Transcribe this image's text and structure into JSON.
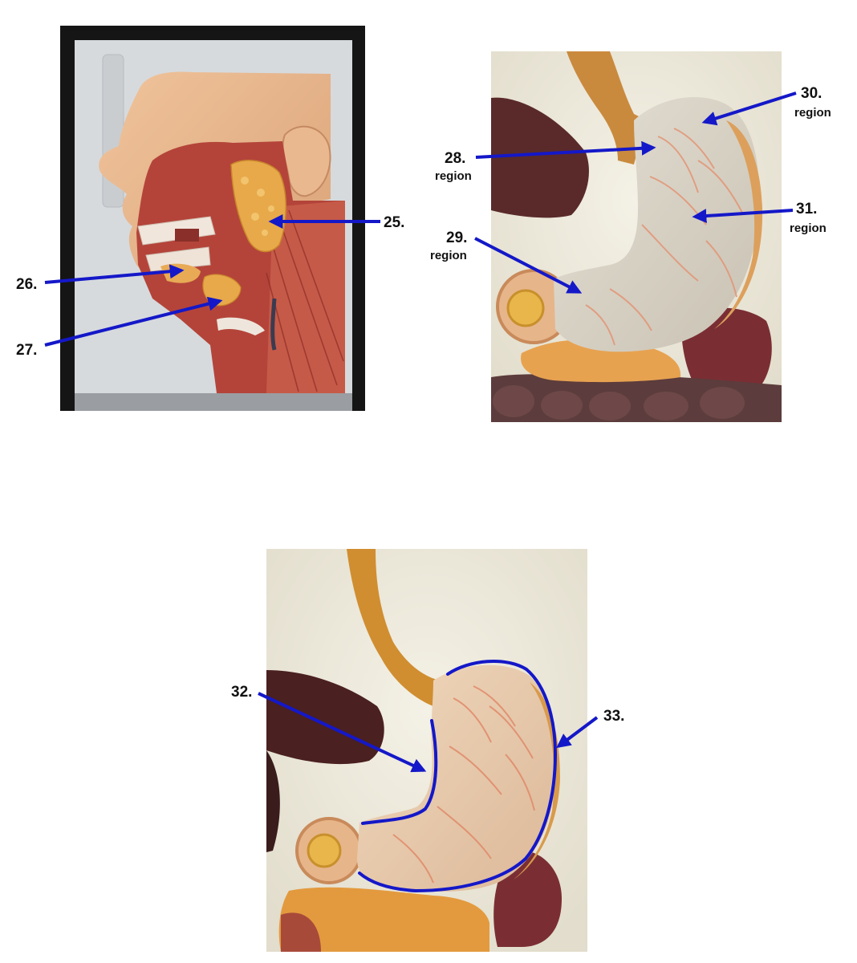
{
  "colors": {
    "arrow": "#1418c8",
    "outline": "#1418c8",
    "skin": "#e8b48a",
    "muscle": "#b8453a",
    "gland": "#e8a94a",
    "stomach": "#d8d2c4",
    "stomach_warm": "#e6c6a6",
    "esophagus": "#c98a3e",
    "liver": "#5a2a2a",
    "board": "#d4d8dc",
    "frame": "#111111"
  },
  "panels": {
    "head": {
      "icons": [
        "head-model-photo"
      ],
      "labels": {
        "l25": {
          "num": "25."
        },
        "l26": {
          "num": "26."
        },
        "l27": {
          "num": "27."
        }
      }
    },
    "stomach_regions": {
      "icons": [
        "stomach-model-photo"
      ],
      "labels": {
        "l28": {
          "num": "28.",
          "sub": "region"
        },
        "l29": {
          "num": "29.",
          "sub": "region"
        },
        "l30": {
          "num": "30.",
          "sub": "region"
        },
        "l31": {
          "num": "31.",
          "sub": "region"
        }
      }
    },
    "stomach_curvatures": {
      "icons": [
        "stomach-model-photo"
      ],
      "labels": {
        "l32": {
          "num": "32."
        },
        "l33": {
          "num": "33."
        }
      }
    }
  }
}
